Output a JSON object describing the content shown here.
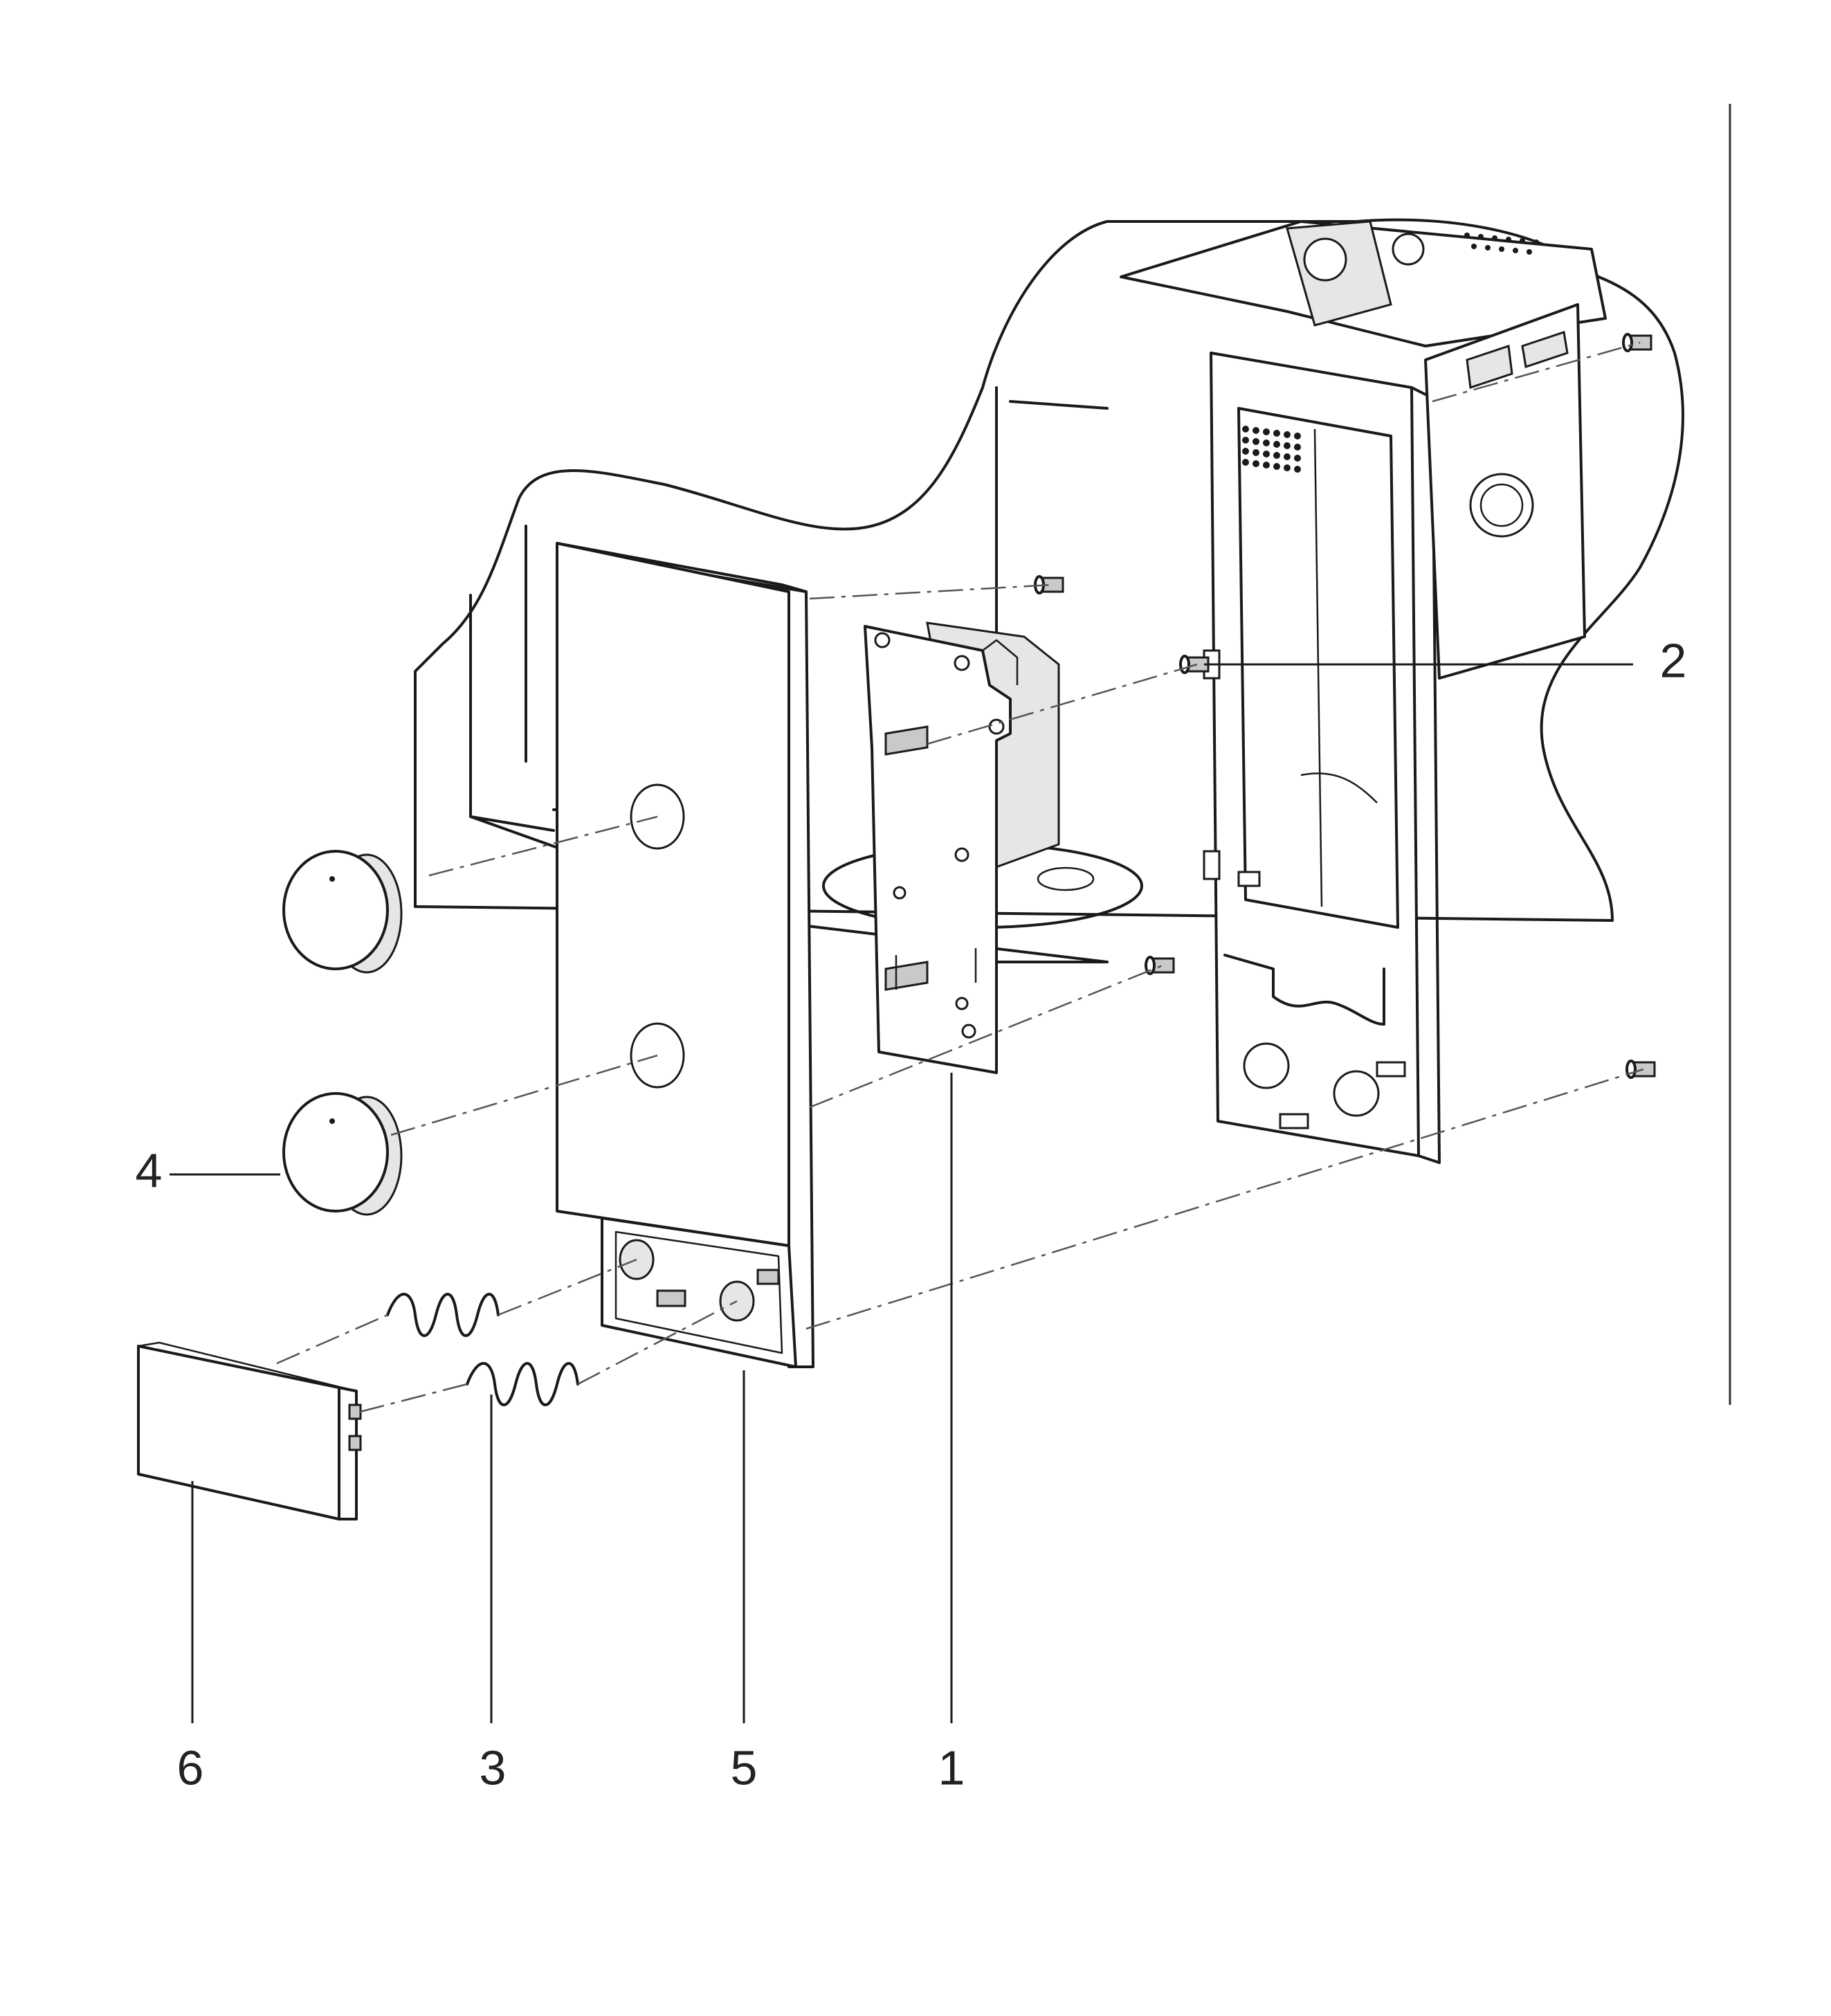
{
  "callouts": [
    {
      "id": "1",
      "label": "1"
    },
    {
      "id": "2",
      "label": "2"
    },
    {
      "id": "3",
      "label": "3"
    },
    {
      "id": "4",
      "label": "4"
    },
    {
      "id": "5",
      "label": "5"
    },
    {
      "id": "6",
      "label": "6"
    }
  ],
  "colors": {
    "line": "#1a1a1a",
    "shade": "#c9c9c9",
    "background": "#ffffff"
  }
}
